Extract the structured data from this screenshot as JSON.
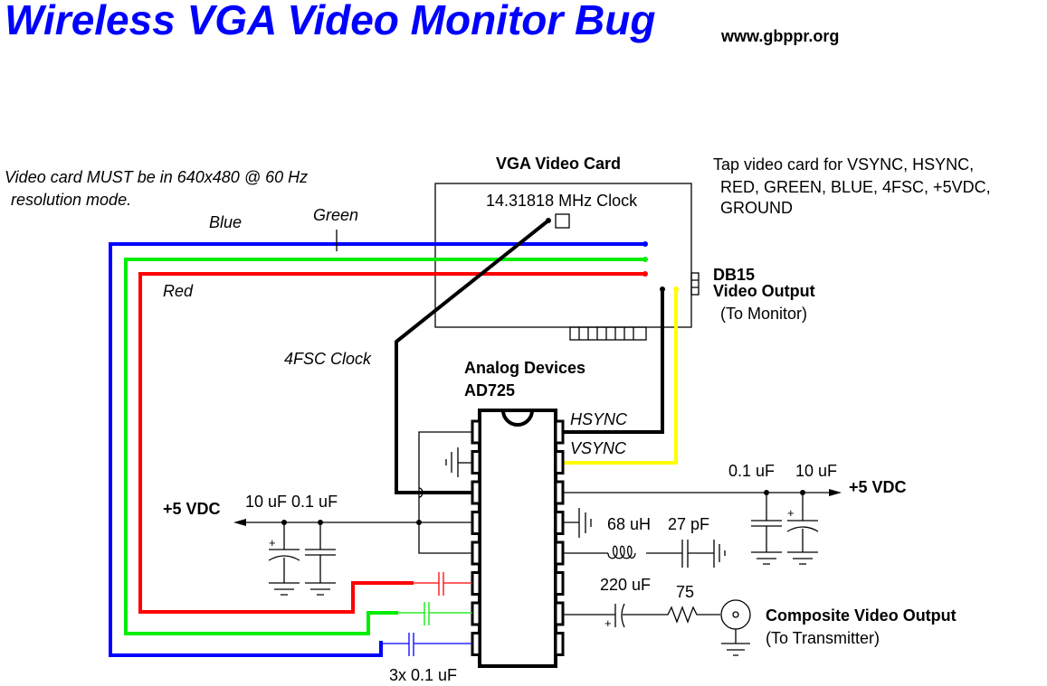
{
  "title": "Wireless VGA Video Monitor Bug",
  "website": "www.gbppr.org",
  "colors": {
    "title": "#0000ff",
    "blue_wire": "#0000ff",
    "green_wire": "#00ee00",
    "red_wire": "#ff0000",
    "vsync_wire": "#ffff00",
    "black": "#000000"
  },
  "notes": {
    "resolution_line1": "Video card MUST be in 640x480 @ 60 Hz",
    "resolution_line2": "resolution mode.",
    "tap_line1": "Tap video card for VSYNC, HSYNC,",
    "tap_line2": "RED, GREEN, BLUE, 4FSC, +5VDC,",
    "tap_line3": "GROUND"
  },
  "video_card": {
    "label": "VGA Video Card",
    "clock_label": "14.31818 MHz Clock",
    "connector_label": "DB15",
    "connector_sub": "Video Output",
    "connector_dest": "(To Monitor)"
  },
  "wires": {
    "blue": "Blue",
    "green": "Green",
    "red": "Red",
    "clock": "4FSC Clock"
  },
  "ic": {
    "maker": "Analog Devices",
    "part": "AD725",
    "pin_hsync": "HSYNC",
    "pin_vsync": "VSYNC"
  },
  "left_supply": {
    "label": "+5 VDC",
    "cap_labels": "10 uF 0.1 uF"
  },
  "right_supply": {
    "label": "+5 VDC",
    "cap1": "0.1 uF",
    "cap2": "10 uF"
  },
  "filter": {
    "inductor": "68 uH",
    "capacitor": "27 pF"
  },
  "output": {
    "cap": "220 uF",
    "resistor": "75",
    "label": "Composite Video Output",
    "dest": "(To Transmitter)"
  },
  "rgb_caps": "3x 0.1 uF",
  "symbols": {
    "plus": "+",
    "minus": "−"
  }
}
